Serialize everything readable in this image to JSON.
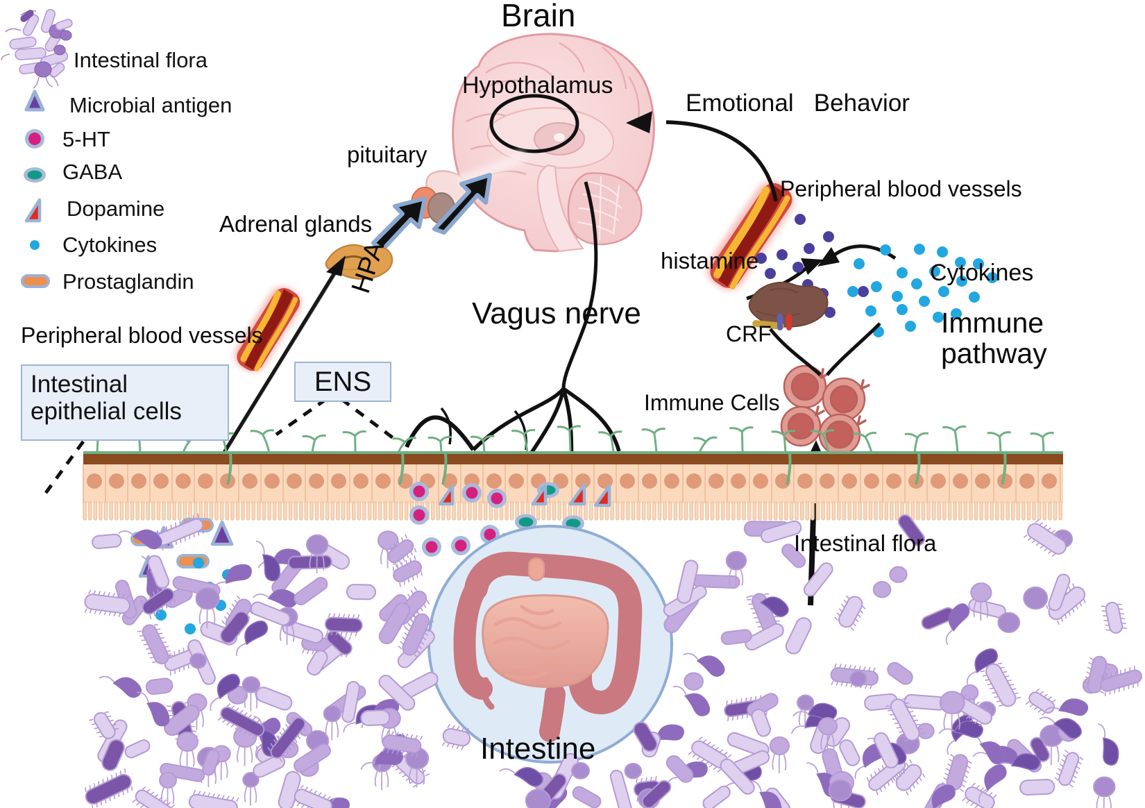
{
  "figure": {
    "title_top": "Brain",
    "title_bottom": "Intestine"
  },
  "legend": {
    "items": [
      {
        "id": "intestinal-flora",
        "label": "Intestinal flora",
        "icon": "bacteria-cluster-icon",
        "color": "#c4aede"
      },
      {
        "id": "microbial-antigen",
        "label": "Microbial antigen",
        "icon": "triangle-icon",
        "color": "#6b3fa0",
        "stroke": "#9bb2d6"
      },
      {
        "id": "5ht",
        "label": "5-HT",
        "icon": "circle-icon",
        "color": "#d4217e",
        "stroke": "#9bb2d6"
      },
      {
        "id": "gaba",
        "label": "GABA",
        "icon": "ellipse-icon",
        "color": "#109a86",
        "stroke": "#9bb2d6"
      },
      {
        "id": "dopamine",
        "label": "Dopamine",
        "icon": "right-triangle-icon",
        "color": "#e02b20",
        "stroke": "#9bb2d6"
      },
      {
        "id": "cytokines",
        "label": "Cytokines",
        "icon": "small-dot-icon",
        "color": "#22a7e0"
      },
      {
        "id": "prostaglandin",
        "label": "Prostaglandin",
        "icon": "rounded-bar-icon",
        "color": "#ef8f4e",
        "stroke": "#9bb2d6"
      }
    ]
  },
  "labels": {
    "hypothalamus": "Hypothalamus",
    "pituitary": "pituitary",
    "adrenal_glands": "Adrenal glands",
    "hpa": "HPA",
    "vagus_nerve": "Vagus nerve",
    "ens": "ENS",
    "peripheral_blood_vessels_left": "Peripheral blood vessels",
    "intestinal_epithelial_cells": "Intestinal\nepithelial cells",
    "emotional_behavior": "Emotional   Behavior",
    "peripheral_blood_vessels_right": "Peripheral blood vessels",
    "histamine": "histamine",
    "cytokines_right": "Cytokines",
    "crf": "CRF",
    "immune_cells": "Immune Cells",
    "immune_pathway": "Immune\npathway",
    "intestinal_flora_right": "Intestinal flora"
  },
  "colors": {
    "brain_fill": "#f6d2d4",
    "brain_stroke": "#e7a9ae",
    "box_fill": "#e9eff8",
    "box_stroke": "#9db4d6",
    "epithelium_fill": "#fad9bd",
    "epithelium_stroke": "#f0c29f",
    "nucleus": "#e09a78",
    "mucosa_brown": "#8b4a20",
    "nerve_green": "#6fb083",
    "vessel_red": "#c0392b",
    "vessel_dark": "#8e1a13",
    "vessel_yellow": "#f5b731",
    "cytokine_blue": "#22a7e0",
    "histamine_purple": "#4b3f9e",
    "immune_cell": "#d98b85",
    "immune_cell_core": "#c4615c",
    "adrenal": "#e0a050",
    "intestine_circle": "#dfeaf7",
    "intestine_circle_stroke": "#8fadd4",
    "colon": "#c9797f",
    "small_intestine": "#f0b4a4",
    "arrow_black": "#111111",
    "arrow_blue_outline": "#8aa7d0",
    "flora_light": "#ded0ee",
    "flora_mid": "#b89ed6",
    "flora_dark": "#7a55a8"
  }
}
